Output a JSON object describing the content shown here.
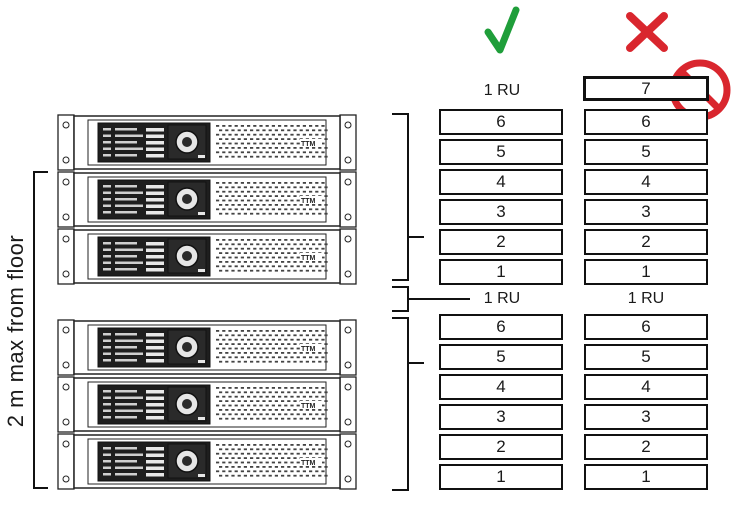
{
  "diagram": {
    "floor_label": "2 m max from floor",
    "ok_icon": "check-icon",
    "bad_icon": "cross-icon",
    "prohibited_icon": "no-entry-icon",
    "ok_color": "#1f9e3a",
    "bad_color": "#d9262e",
    "amp_brand": "TTM",
    "correct": {
      "top_gap_label": "1 RU",
      "middle_gap_label": "1 RU",
      "upper_slots": [
        "6",
        "5",
        "4",
        "3",
        "2",
        "1"
      ],
      "lower_slots": [
        "6",
        "5",
        "4",
        "3",
        "2",
        "1"
      ]
    },
    "incorrect": {
      "top_slot": "7",
      "middle_gap_label": "1 RU",
      "upper_slots": [
        "6",
        "5",
        "4",
        "3",
        "2",
        "1"
      ],
      "lower_slots": [
        "6",
        "5",
        "4",
        "3",
        "2",
        "1"
      ]
    }
  }
}
